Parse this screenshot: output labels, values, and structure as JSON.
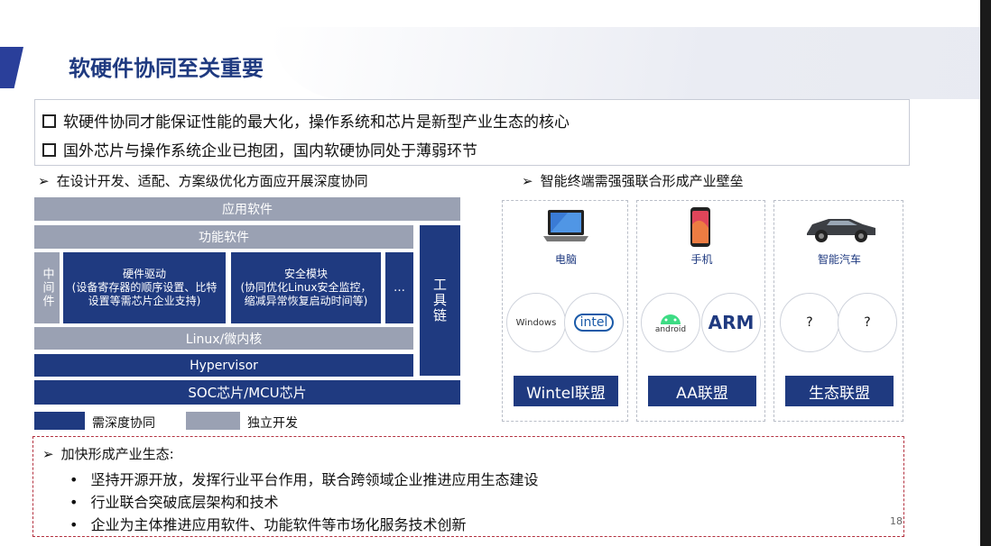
{
  "title": "软硬件协同至关重要",
  "page_number": "18",
  "points": [
    "软硬件协同才能保证性能的最大化，操作系统和芯片是新型产业生态的核心",
    "国外芯片与操作系统企业已抱团，国内软硬协同处于薄弱环节"
  ],
  "left": {
    "heading": "在设计开发、适配、方案级优化方面应开展深度协同",
    "app_software": "应用软件",
    "func_software": "功能软件",
    "middleware": "中间件",
    "hw_driver": "硬件驱动\n(设备寄存器的顺序设置、比特设置等需芯片企业支持)",
    "security": "安全模块\n(协同优化Linux安全监控，缩减异常恢复启动时间等)",
    "ellipsis": "…",
    "toolchain": "工具链",
    "linux": "Linux/微内核",
    "hypervisor": "Hypervisor",
    "soc": "SOC芯片/MCU芯片",
    "legend_deep": "需深度协同",
    "legend_indep": "独立开发",
    "colors": {
      "dark": "#1f3a80",
      "gray": "#9aa1b3"
    }
  },
  "right": {
    "heading": "智能终端需强强联合形成产业壁垒",
    "columns": [
      {
        "device": "电脑",
        "icon": "laptop-icon",
        "left_logo": "Windows",
        "right_logo": "intel",
        "alliance": "Wintel联盟"
      },
      {
        "device": "手机",
        "icon": "phone-icon",
        "left_logo": "android",
        "right_logo": "ARM",
        "alliance": "AA联盟"
      },
      {
        "device": "智能汽车",
        "icon": "car-icon",
        "left_logo": "?",
        "right_logo": "?",
        "alliance": "生态联盟"
      }
    ]
  },
  "bottom": {
    "heading": "加快形成产业生态:",
    "items": [
      "坚持开源开放，发挥行业平台作用，联合跨领域企业推进应用生态建设",
      "行业联合突破底层架构和技术",
      "企业为主体推进应用软件、功能软件等市场化服务技术创新"
    ]
  }
}
